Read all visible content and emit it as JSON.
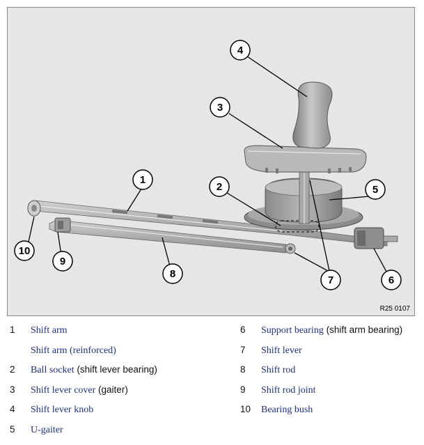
{
  "figure": {
    "reference_code": "R25 0107",
    "callouts": [
      {
        "id": "callout-1",
        "number": "1"
      },
      {
        "id": "callout-2",
        "number": "2"
      },
      {
        "id": "callout-3",
        "number": "3"
      },
      {
        "id": "callout-4",
        "number": "4"
      },
      {
        "id": "callout-5",
        "number": "5"
      },
      {
        "id": "callout-6",
        "number": "6"
      },
      {
        "id": "callout-7",
        "number": "7"
      },
      {
        "id": "callout-8",
        "number": "8"
      },
      {
        "id": "callout-9",
        "number": "9"
      },
      {
        "id": "callout-10",
        "number": "10"
      }
    ]
  },
  "legend": {
    "left": [
      {
        "number": "1",
        "link": "Shift arm",
        "extra": ""
      },
      {
        "number": "",
        "link": "Shift arm (reinforced)",
        "extra": ""
      },
      {
        "number": "2",
        "link": "Ball socket",
        "extra": " (shift lever bearing)"
      },
      {
        "number": "3",
        "link": "Shift lever cover",
        "extra": " (gaiter)"
      },
      {
        "number": "4",
        "link": "Shift lever knob",
        "extra": ""
      },
      {
        "number": "5",
        "link": "U-gaiter",
        "extra": ""
      }
    ],
    "right": [
      {
        "number": "6",
        "link": "Support bearing",
        "extra": " (shift arm bearing)"
      },
      {
        "number": "7",
        "link": "Shift lever",
        "extra": ""
      },
      {
        "number": "8",
        "link": "Shift rod",
        "extra": ""
      },
      {
        "number": "9",
        "link": "Shift rod joint",
        "extra": ""
      },
      {
        "number": "10",
        "link": "Bearing bush",
        "extra": ""
      }
    ]
  },
  "colors": {
    "figure_bg": "#e6e6e6",
    "link_text": "#1f2f8c",
    "part_gray": "#9a9a9a",
    "part_dark": "#6e6e6e"
  }
}
